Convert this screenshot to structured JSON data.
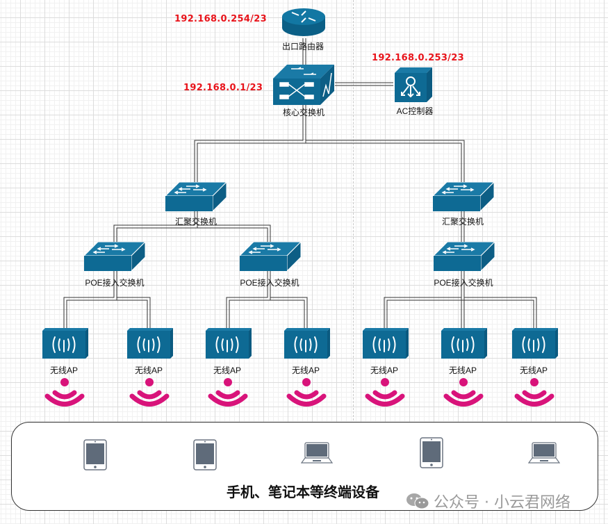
{
  "diagram": {
    "title": "Wireless network topology",
    "colors": {
      "device_blue": "#0e6a94",
      "ip_red": "#e8141b",
      "wifi_magenta": "#d8137a",
      "terminal_gray": "#5f6b7a"
    },
    "nodes": {
      "router": {
        "label": "出口路由器",
        "ip": "192.168.0.254/23",
        "icon": "router-icon"
      },
      "core": {
        "label": "核心交换机",
        "ip": "192.168.0.1/23",
        "icon": "core-switch-icon"
      },
      "ac": {
        "label": "AC控制器",
        "ip": "192.168.0.253/23",
        "icon": "ac-controller-icon"
      },
      "agg_left": {
        "label": "汇聚交换机",
        "icon": "switch-icon"
      },
      "agg_right": {
        "label": "汇聚交换机",
        "icon": "switch-icon"
      },
      "poe_1": {
        "label": "POE接入交换机",
        "icon": "switch-icon"
      },
      "poe_2": {
        "label": "POE接入交换机",
        "icon": "switch-icon"
      },
      "poe_3": {
        "label": "POE接入交换机",
        "icon": "switch-icon"
      }
    },
    "aps": [
      {
        "label": "无线AP",
        "icon": "wireless-ap-icon"
      },
      {
        "label": "无线AP",
        "icon": "wireless-ap-icon"
      },
      {
        "label": "无线AP",
        "icon": "wireless-ap-icon"
      },
      {
        "label": "无线AP",
        "icon": "wireless-ap-icon"
      },
      {
        "label": "无线AP",
        "icon": "wireless-ap-icon"
      },
      {
        "label": "无线AP",
        "icon": "wireless-ap-icon"
      },
      {
        "label": "无线AP",
        "icon": "wireless-ap-icon"
      }
    ],
    "terminals": {
      "title": "手机、笔记本等终端设备",
      "devices": [
        "tablet-icon",
        "tablet-icon",
        "laptop-icon",
        "tablet-icon",
        "laptop-icon"
      ]
    },
    "watermark": {
      "text": "公众号 · 小云君网络",
      "icon": "wechat-icon"
    }
  }
}
